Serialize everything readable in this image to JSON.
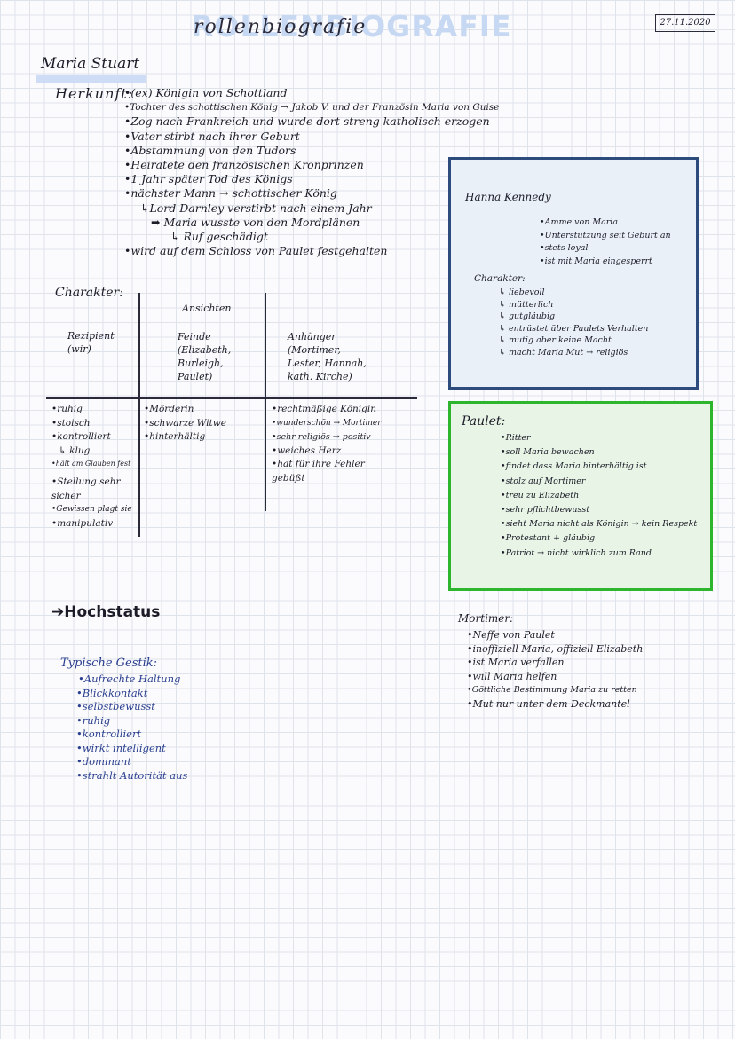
{
  "header": {
    "title": "ROLLENBIOGRAFIE",
    "title_script": "rollenbiografie",
    "date": "27.11.2020"
  },
  "character_name": "Maria Stuart",
  "herkunft": {
    "label": "Herkunft:",
    "items": [
      "•(ex) Königin von Schottland",
      "•Tochter des schottischen König → Jakob V. und der Französin Maria von Guise",
      "•Zog nach Frankreich und wurde dort streng katholisch erzogen",
      "•Vater stirbt nach ihrer Geburt",
      "•Abstammung von den Tudors",
      "•Heiratete den französischen Kronprinzen",
      "•1 Jahr später Tod des Königs",
      "•nächster Mann → schottischer König",
      "↳Lord Darnley verstirbt nach einem Jahr",
      "➡ Maria wusste von den Mordplänen",
      "↳ Ruf geschädigt",
      "•wird auf dem Schloss von Paulet festgehalten"
    ]
  },
  "charakter": {
    "label": "Charakter:",
    "ansichten_label": "Ansichten",
    "rezipient_label": "Rezipient (wir)",
    "feinde_label": "Feinde (Elizabeth, Burleigh, Paulet)",
    "anhaenger_label": "Anhänger (Mortimer, Lester, Hannah, kath. Kirche)",
    "rezipient_items": [
      "•ruhig",
      "•stoisch",
      "•kontrolliert",
      "↳ klug",
      "•hält am Glauben fest",
      "•Stellung sehr sicher",
      "•Gewissen plagt sie",
      "•manipulativ"
    ],
    "feinde_items": [
      "•Mörderin",
      "•schwarze Witwe",
      "•hinterhältig"
    ],
    "anhaenger_items": [
      "•rechtmäßige Königin",
      "•wunderschön → Mortimer",
      "•sehr religiös → positiv",
      "•weiches Herz",
      "•hat für ihre Fehler gebüßt"
    ]
  },
  "hanna": {
    "label": "Hanna Kennedy",
    "items": [
      "•Amme von Maria",
      "•Unterstützung seit Geburt an",
      "•stets loyal",
      "•ist mit Maria eingesperrt"
    ],
    "charakter_label": "Charakter:",
    "charakter_items": [
      "↳ liebevoll",
      "↳ mütterlich",
      "↳ gutgläubig",
      "↳ entrüstet über Paulets Verhalten",
      "↳ mutig aber keine Macht",
      "↳ macht Maria Mut → religiös"
    ]
  },
  "paulet": {
    "label": "Paulet:",
    "items": [
      "•Ritter",
      "•soll Maria bewachen",
      "•findet dass Maria hinterhältig ist",
      "•stolz auf Mortimer",
      "•treu zu Elizabeth",
      "•sehr pflichtbewusst",
      "•sieht Maria nicht als Königin → kein Respekt",
      "•Protestant + gläubig",
      "•Patriot → nicht wirklich zum Rand"
    ]
  },
  "hochstatus": "➔Hochstatus",
  "gestik": {
    "label": "Typische Gestik:",
    "items": [
      "•Aufrechte Haltung",
      "•Blickkontakt",
      "•selbstbewusst",
      "•ruhig",
      "•kontrolliert",
      "•wirkt intelligent",
      "•dominant",
      "•strahlt Autorität aus"
    ]
  },
  "mortimer": {
    "label": "Mortimer:",
    "items": [
      "•Neffe von Paulet",
      "•inoffiziell Maria, offiziell Elizabeth",
      "•ist Maria verfallen",
      "•will Maria helfen",
      "•Göttliche Bestimmung Maria zu retten",
      "•Mut nur unter dem Deckmantel"
    ]
  },
  "colors": {
    "title_highlight": "#c7d8f3",
    "blue_box_border": "#2e4b7e",
    "blue_box_fill": "#eaf0f8",
    "green_box_border": "#2eb52e",
    "green_box_fill": "#e8f4e6",
    "gestik_ink": "#2a3f8f"
  }
}
